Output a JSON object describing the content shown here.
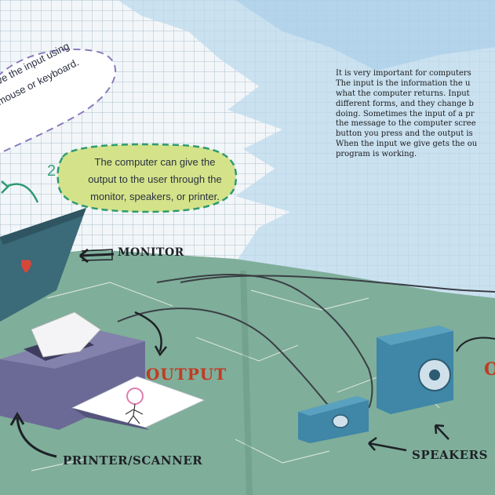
{
  "bubbles": {
    "input_line1": "give the input using",
    "input_line2": "mouse or keyboard.",
    "output_line1": "The computer can give the",
    "output_line2": "output to the user through the",
    "output_line3": "monitor, speakers, or printer.",
    "step_number": "2"
  },
  "labels": {
    "monitor": "MONITOR",
    "printer_scanner": "PRINTER/SCANNER",
    "speakers": "SPEAKERS",
    "output": "OUTPUT",
    "output_right_partial": "O"
  },
  "paragraph": {
    "lines": [
      "It is very important for computers",
      "The input is the information the u",
      "what the computer returns. Input",
      "different forms, and they change b",
      "doing. Sometimes the input of a pr",
      "the message to the computer scree",
      "button you press and the output is",
      "When the input we give gets the ou",
      "program is working."
    ]
  },
  "colors": {
    "sky": "#bcd9ee",
    "table_green": "#7fae9a",
    "printer": "#6b6a96",
    "speaker": "#3f86a7",
    "monitor": "#3b6a78",
    "accent_red": "#c23b22",
    "bubble_green": "#d4e38a",
    "dashed_green": "#2f9a72"
  }
}
